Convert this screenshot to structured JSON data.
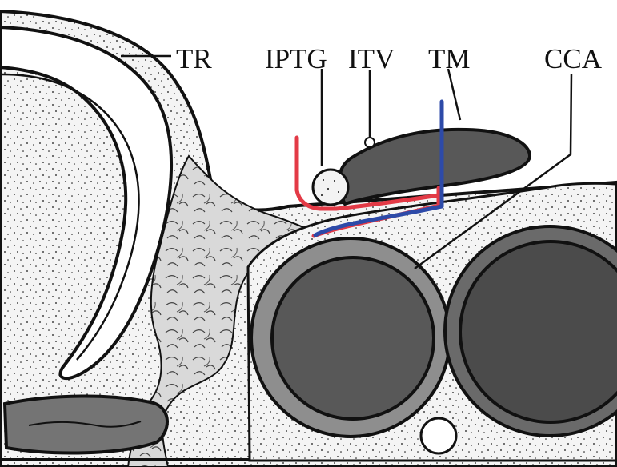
{
  "figure": {
    "labels": {
      "tr": "TR",
      "iptg": "IPTG",
      "itv": "ITV",
      "tm": "TM",
      "cca": "CCA"
    },
    "colors": {
      "red_line": "#e33a46",
      "blue_line": "#2d4aa8",
      "dark_gray": "#575757",
      "darkest_gray": "#4a4a4a",
      "medium_gray": "#8a8a8a",
      "light_gray": "#d6d6d6",
      "outline": "#111111",
      "white": "#ffffff"
    }
  }
}
